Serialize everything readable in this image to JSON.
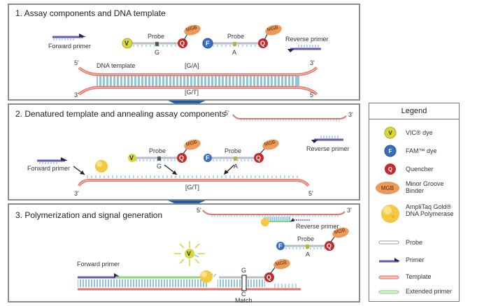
{
  "panels": [
    {
      "title": "1. Assay components and DNA template",
      "labels": {
        "forward_primer": "Forward primer",
        "probe_vic": "Probe",
        "probe_fam": "Probe",
        "allele_vic": "G",
        "allele_fam": "A",
        "reverse_primer": "Reverse primer",
        "dna_template": "DNA template",
        "top_variant": "[G/A]",
        "bottom_variant": "[G/T]",
        "top_left_end": "5'",
        "top_right_end": "3'",
        "bottom_left_end": "3'",
        "bottom_right_end": "5'",
        "mgb": "MGB",
        "vic_letter": "V",
        "fam_letter": "F",
        "quencher_letter": "Q"
      }
    },
    {
      "title": "2. Denatured template and annealing assay components",
      "labels": {
        "upper_strand_left": "5'",
        "upper_strand_right": "3'",
        "reverse_primer": "Reverse primer",
        "forward_primer": "Forward primer",
        "probe_vic": "Probe",
        "probe_fam": "Probe",
        "allele_vic": "G",
        "allele_fam": "A",
        "strand_variant": "[G/T]",
        "strand_left": "3'",
        "strand_right": "5'",
        "mgb": "MGB",
        "vic_letter": "V",
        "fam_letter": "F",
        "quencher_letter": "Q"
      }
    },
    {
      "title": "3. Polymerization and signal generation",
      "labels": {
        "upper_strand_left": "5'",
        "upper_strand_right": "3'",
        "reverse_primer": "Reverse primer",
        "probe_fam": "Probe",
        "allele_fam": "A",
        "forward_primer": "Forward primer",
        "match_top": "G",
        "match_bottom": "C",
        "match": "Match",
        "mgb": "MGB",
        "vic_letter": "V",
        "fam_letter": "F",
        "quencher_letter": "Q"
      }
    }
  ],
  "legend": {
    "title": "Legend",
    "items": [
      {
        "icon": "vic-dye-icon",
        "label": "VIC® dye",
        "glyph": "V"
      },
      {
        "icon": "fam-dye-icon",
        "label": "FAM™ dye",
        "glyph": "F"
      },
      {
        "icon": "quencher-icon",
        "label": "Quencher",
        "glyph": "Q"
      },
      {
        "icon": "mgb-icon",
        "label": "Minor Groove Binder",
        "glyph": "MGB"
      },
      {
        "icon": "polymerase-icon",
        "label": "AmpliTaq Gold® DNA Polymerase"
      },
      {
        "icon": "probe-line-icon",
        "label": "Probe"
      },
      {
        "icon": "primer-line-icon",
        "label": "Primer"
      },
      {
        "icon": "template-line-icon",
        "label": "Template"
      },
      {
        "icon": "extended-primer-line-icon",
        "label": "Extended primer"
      }
    ]
  },
  "colors": {
    "panel_border": "#8c8c8c",
    "arrow_blue": "#1f5fa8",
    "template": "#e0736a",
    "rungs": "#8fc6e0",
    "probe": "#b8bcc4",
    "primer": "#6a5aa8",
    "extended": "#8fd07a",
    "vic": "#d6d83a",
    "fam": "#3a6fc0",
    "quencher": "#c8282a",
    "mgb": "#ec9a5a",
    "polymerase": "#f5c842"
  }
}
